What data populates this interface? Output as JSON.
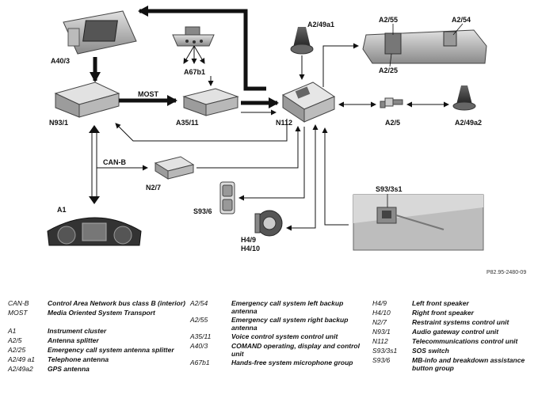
{
  "diagram": {
    "labels": {
      "a40_3": "A40/3",
      "n93_1": "N93/1",
      "a67b1": "A67b1",
      "a35_11": "A35/11",
      "most": "MOST",
      "a2_49a1": "A2/49a1",
      "n112": "N112",
      "a2_55": "A2/55",
      "a2_54": "A2/54",
      "a2_25": "A2/25",
      "a2_5": "A2/5",
      "a2_49a2": "A2/49a2",
      "can_b": "CAN-B",
      "n2_7": "N2/7",
      "a1": "A1",
      "s93_6": "S93/6",
      "s93_3s1": "S93/3s1",
      "h4_9": "H4/9",
      "h4_10": "H4/10"
    },
    "reference": "P82.95-2480-09"
  },
  "legend": {
    "col1": [
      {
        "code": "CAN-B",
        "desc": "Control Area Network bus class B (interior)"
      },
      {
        "code": "MOST",
        "desc": "Media Oriented System Transport"
      },
      {
        "code": "A1",
        "desc": "Instrument cluster"
      },
      {
        "code": "A2/5",
        "desc": "Antenna splitter"
      },
      {
        "code": "A2/25",
        "desc": "Emergency call system antenna splitter"
      },
      {
        "code": "A2/49 a1",
        "desc": "Telephone antenna"
      },
      {
        "code": "A2/49a2",
        "desc": "GPS antenna"
      }
    ],
    "col2": [
      {
        "code": "A2/54",
        "desc": "Emergency call system left backup antenna"
      },
      {
        "code": "A2/55",
        "desc": "Emergency call system right backup antenna"
      },
      {
        "code": "A35/11",
        "desc": "Voice control system control unit"
      },
      {
        "code": "A40/3",
        "desc": "COMAND operating, display and control unit"
      },
      {
        "code": "A67b1",
        "desc": "Hands-free system microphone group"
      }
    ],
    "col3": [
      {
        "code": "H4/9",
        "desc": "Left front speaker"
      },
      {
        "code": "H4/10",
        "desc": "Right front speaker"
      },
      {
        "code": "N2/7",
        "desc": "Restraint systems control unit"
      },
      {
        "code": "N93/1",
        "desc": "Audio gateway control unit"
      },
      {
        "code": "N112",
        "desc": "Telecommunications control unit"
      },
      {
        "code": "S93/3s1",
        "desc": "SOS switch"
      },
      {
        "code": "S93/6",
        "desc": "MB-info and breakdown assistance button group"
      }
    ]
  }
}
